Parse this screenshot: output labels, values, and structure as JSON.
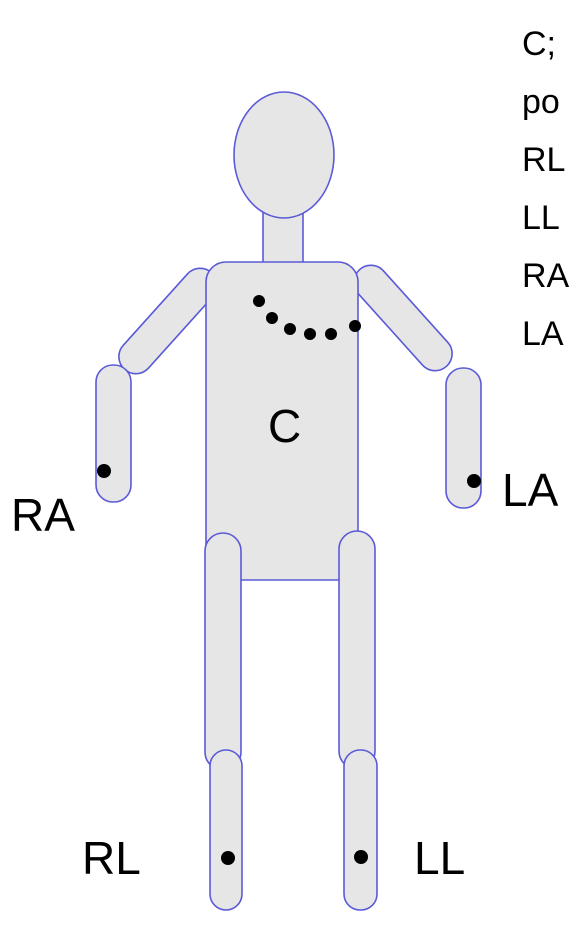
{
  "colors": {
    "body_fill": "#e6e6e6",
    "body_stroke": "#5a5ad8",
    "electrode": "#000000",
    "label_text": "#000000",
    "background": "#ffffff"
  },
  "labels": {
    "chest": "C",
    "right_arm": "RA",
    "left_arm": "LA",
    "right_leg": "RL",
    "left_leg": "LL"
  },
  "notes": {
    "line1": "C;",
    "line2": "po",
    "line3": "RL",
    "line4": "LL",
    "line5": "RA",
    "line6": "LA"
  },
  "electrodes": {
    "chest_count": 6,
    "limb_count": 4
  }
}
